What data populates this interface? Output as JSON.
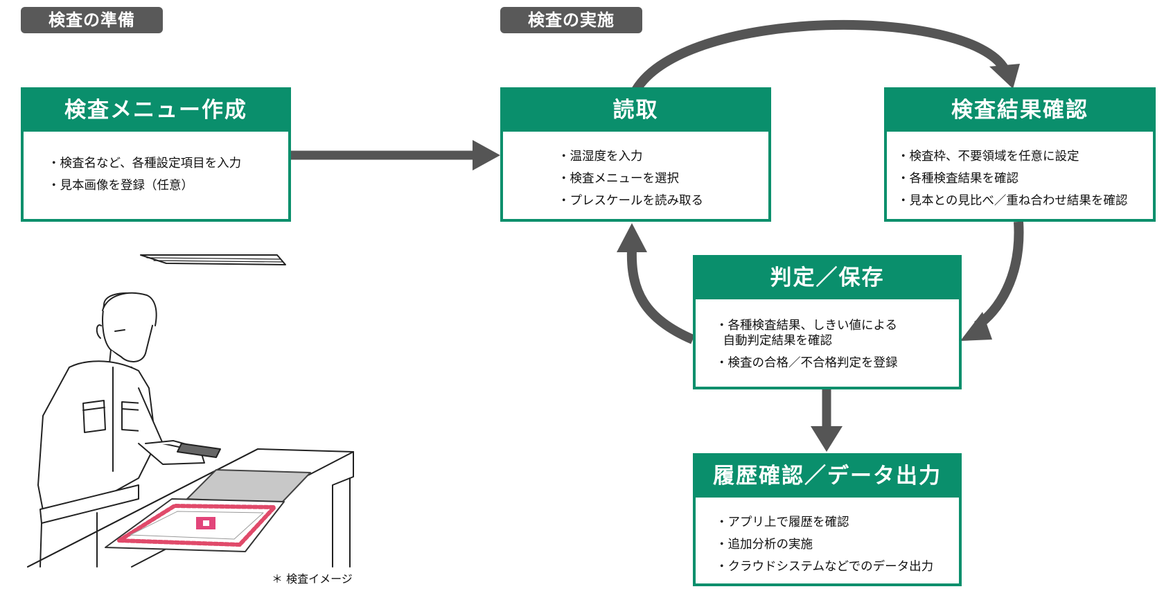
{
  "sections": {
    "prep": "検査の準備",
    "exec": "検査の実施"
  },
  "boxes": {
    "menu": {
      "title": "検査メニュー作成",
      "items": [
        "検査名など、各種設定項目を入力",
        "見本画像を登録（任意）"
      ]
    },
    "read": {
      "title": "読取",
      "items": [
        "温湿度を入力",
        "検査メニューを選択",
        "プレスケールを読み取る"
      ]
    },
    "result": {
      "title": "検査結果確認",
      "items": [
        "検査枠、不要領域を任意に設定",
        "各種検査結果を確認",
        "見本との見比べ／重ね合わせ結果を確認"
      ]
    },
    "judge": {
      "title": "判定／保存",
      "items": [
        "各種検査結果、しきい値による",
        "自動判定結果を確認",
        "検査の合格／不合格判定を登録"
      ]
    },
    "history": {
      "title": "履歴確認／データ出力",
      "items": [
        "アプリ上で履歴を確認",
        "追加分析の実施",
        "クラウドシステムなどでのデータ出力"
      ]
    }
  },
  "note": "＊ 検査イメージ",
  "colors": {
    "green": "#0a8f6c",
    "arrow": "#555555",
    "label": "#595959"
  }
}
